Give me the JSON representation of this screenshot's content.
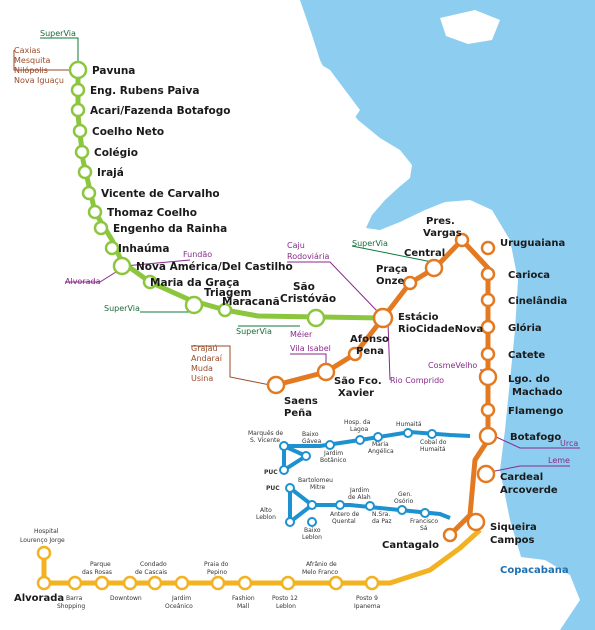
{
  "colors": {
    "sea": "#8dcdf0",
    "green_line": "#8cc63f",
    "orange_line": "#e37a22",
    "yellow_line": "#f2b221",
    "blue_line": "#1e91d0",
    "supervia": "#0e7a3a",
    "connection_purple": "#8a2a8a",
    "connection_brown": "#9a4a2a"
  },
  "line1_stations": [
    "Pavuna",
    "Eng. Rubens Paiva",
    "Acari/Fazenda Botafogo",
    "Coelho Neto",
    "Colégio",
    "Irajá",
    "Vicente de Carvalho",
    "Thomaz Coelho",
    "Engenho da Rainha",
    "Inhaúma",
    "Nova América/Del Castilho",
    "Maria da Graça",
    "Triagem",
    "Maracanã",
    "São Cristóvão",
    "Estácio RioCidadeNova"
  ],
  "line2_stations": [
    "Saens Peña",
    "São Fco. Xavier",
    "Afonso Pena",
    "Estácio RioCidadeNova",
    "Praça Onze",
    "Central",
    "Pres. Vargas",
    "Uruguaiana",
    "Carioca",
    "Cinelândia",
    "Glória",
    "Catete",
    "Lgo. do Machado",
    "Flamengo",
    "Botafogo",
    "Cardeal Arcoverde",
    "Siqueira Campos",
    "Cantagalo"
  ],
  "line4_stations": [
    "Hospital Lourenço Jorge",
    "Alvorada",
    "Barra Shopping",
    "Parque das Rosas",
    "Downtown",
    "Condado de Cascais",
    "Jardim Oceânico",
    "Praia do Pepino",
    "Fashion Mall",
    "Posto 12 Leblon",
    "Afrânio de Melo Franco",
    "Posto 9 Ipanema"
  ],
  "labels": {
    "pavuna": "Pavuna",
    "rubens": "Eng. Rubens Paiva",
    "acari": "Acari/Fazenda Botafogo",
    "coelho": "Coelho Neto",
    "colegio": "Colégio",
    "iraja": "Irajá",
    "vicente": "Vicente de Carvalho",
    "thomaz": "Thomaz Coelho",
    "engenho": "Engenho da Rainha",
    "inhauma": "Inhaúma",
    "nova_america": "Nova América/Del Castilho",
    "maria": "Maria da Graça",
    "triagem": "Triagem",
    "maracana": "Maracanã",
    "sao_cristovao_1": "São",
    "sao_cristovao_2": "Cristóvão",
    "estacio_1": "Estácio",
    "estacio_2": "RioCidadeNova",
    "praca_onze_1": "Praça",
    "praca_onze_2": "Onze",
    "central": "Central",
    "pres_vargas_1": "Pres.",
    "pres_vargas_2": "Vargas",
    "uruguaiana": "Uruguaiana",
    "carioca": "Carioca",
    "cinelandia": "Cinelândia",
    "gloria": "Glória",
    "catete": "Catete",
    "lgo_machado_1": "Lgo. do",
    "lgo_machado_2": "Machado",
    "flamengo": "Flamengo",
    "botafogo": "Botafogo",
    "cardeal_1": "Cardeal",
    "cardeal_2": "Arcoverde",
    "siqueira_1": "Siqueira",
    "siqueira_2": "Campos",
    "cantagalo": "Cantagalo",
    "afonso_1": "Afonso",
    "afonso_2": "Pena",
    "sao_fco_1": "São Fco.",
    "sao_fco_2": "Xavier",
    "saens_1": "Saens",
    "saens_2": "Peña",
    "hospital_1": "Hospital",
    "hospital_2": "Lourenço Jorge",
    "alvorada": "Alvorada",
    "barra_1": "Barra",
    "barra_2": "Shopping",
    "parque_1": "Parque",
    "parque_2": "das Rosas",
    "downtown": "Downtown",
    "condado_1": "Condado",
    "condado_2": "de Cascais",
    "jardim_oc_1": "Jardim",
    "jardim_oc_2": "Oceânico",
    "praia_1": "Praia do",
    "praia_2": "Pepino",
    "fashion_1": "Fashion",
    "fashion_2": "Mall",
    "posto12_1": "Posto 12",
    "posto12_2": "Leblon",
    "afranio_1": "Afrânio de",
    "afranio_2": "Melo Franco",
    "posto9_1": "Posto 9",
    "posto9_2": "Ipanema",
    "copacabana": "Copacabana",
    "supervia": "SuperVia",
    "caxias": "Caxias",
    "mesquita": "Mesquita",
    "nilopolis": "Nilópolis",
    "nova_iguacu": "Nova Iguaçu",
    "fundao": "Fundão",
    "alvorada_conn": "Alvorada",
    "caju": "Caju",
    "rodoviaria": "Rodoviária",
    "meier": "Méier",
    "vila_isabel": "Vila Isabel",
    "rio_comprido": "Rio Comprido",
    "grajau": "Grajaú",
    "andarai": "Andaraí",
    "muda": "Muda",
    "usina": "Usina",
    "cosme_velho": "CosmeVelho",
    "urca": "Urca",
    "leme": "Leme",
    "marques_1": "Marquês de",
    "marques_2": "S. Vicente",
    "baixo_gavea_1": "Baixo",
    "baixo_gavea_2": "Gávea",
    "jardim_bot_1": "Jardim",
    "jardim_bot_2": "Botânico",
    "hosp_lagoa_1": "Hosp. da",
    "hosp_lagoa_2": "Lagoa",
    "maria_ang_1": "Maria",
    "maria_ang_2": "Angélica",
    "humaita": "Humaitá",
    "cobal_1": "Cobal do",
    "cobal_2": "Humaitá",
    "puc_1": "PUC",
    "puc_2": "PUC",
    "bartolomeu_1": "Bartolomeu",
    "bartolomeu_2": "Mitre",
    "jardim_alah_1": "Jardim",
    "jardim_alah_2": "de Alah",
    "alto_leblon_1": "Alto",
    "alto_leblon_2": "Leblon",
    "baixo_leblon_1": "Baixo",
    "baixo_leblon_2": "Leblon",
    "antero_1": "Antero de",
    "antero_2": "Quental",
    "gen_osorio_1": "Gen.",
    "gen_osorio_2": "Osório",
    "nsra_paz_1": "N.Sra.",
    "nsra_paz_2": "da Paz",
    "francisco_sa_1": "Francisco",
    "francisco_sa_2": "Sá"
  }
}
